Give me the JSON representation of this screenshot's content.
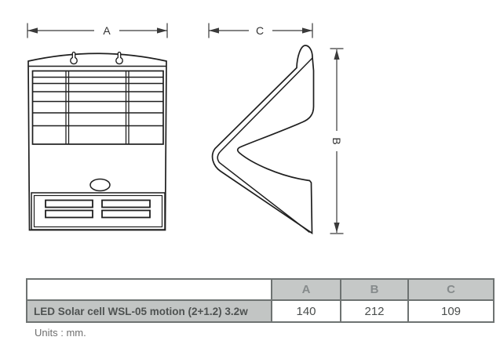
{
  "dimensions": {
    "a_label": "A",
    "b_label": "B",
    "c_label": "C"
  },
  "table": {
    "columns": [
      "A",
      "B",
      "C"
    ],
    "row": {
      "label": "LED Solar cell WSL-05 motion (2+1.2) 3.2w",
      "values": [
        "140",
        "212",
        "109"
      ]
    }
  },
  "units_note": "Units : mm.",
  "colors": {
    "drawing_line": "#1f1f1f",
    "dimension_line": "#3a3a3a",
    "table_border": "#6e7372",
    "header_bg": "#c5c8c7",
    "header_text": "#868b8c",
    "label_bg": "#c2c5c4",
    "value_text": "#4a4e4d",
    "note_text": "#6e6e6e"
  }
}
